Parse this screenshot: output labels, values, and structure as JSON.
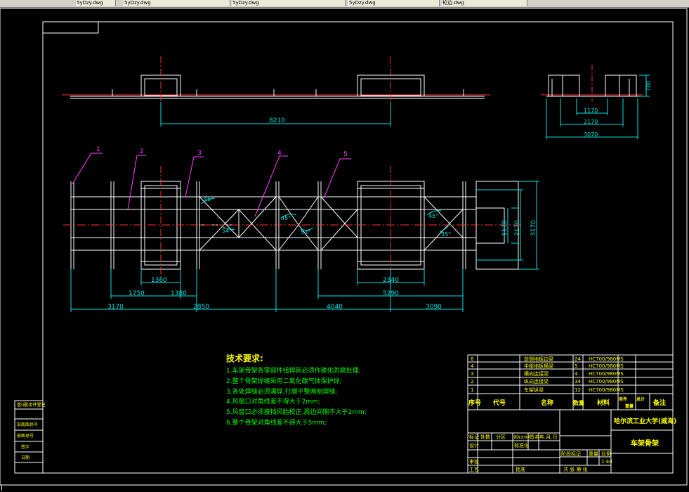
{
  "tabs": [
    {
      "label": "5yDzy.dwg"
    },
    {
      "label": "5yDzy.dwg"
    },
    {
      "label": "5yDzy.dwg"
    },
    {
      "label": "5yDzy.dwg"
    },
    {
      "label": "轮边.dwg"
    }
  ],
  "dims": {
    "top_len": "8210",
    "side_h": "700",
    "side_w1": "1170",
    "side_w2": "2170",
    "side_w3": "3070",
    "plan_1360": "1360",
    "plan_1750": "1750",
    "plan_1380": "1380",
    "plan_2340": "2340",
    "plan_5290": "5290",
    "plan_3170": "3170",
    "plan_2850": "2850",
    "plan_4040": "4040",
    "plan_3090": "3090",
    "plan_v1170": "1170",
    "plan_v2170": "2170",
    "plan_v3170": "3170"
  },
  "angles": [
    "45°",
    "54°",
    "45°",
    "53°",
    "45°",
    "35°"
  ],
  "balloons": [
    "1",
    "2",
    "3",
    "4",
    "5"
  ],
  "tech": {
    "title": "技术要求:",
    "lines": [
      "1.车架骨架各零部件组焊前必须作磷化防腐处理;",
      "2.整个骨架焊缝采用二氧化碳气体保护焊;",
      "3.各处焊缝必须满焊,打磨平整两侧焊缝;",
      "4.风窗口对角线差不得大于2mm;",
      "5.风窗口必须按挡风胎校正,周边间隙不大于2mm;",
      "6.整个骨架对角线差不得大于5mm;"
    ]
  },
  "bom": [
    {
      "no": "6",
      "code": "",
      "name": "前侧地板边梁",
      "qty": "24",
      "mat": "HC700/980MS"
    },
    {
      "no": "4",
      "code": "",
      "name": "中部地板横梁",
      "qty": "5",
      "mat": "HC700/980MS"
    },
    {
      "no": "3",
      "code": "",
      "name": "横向连接梁",
      "qty": "4",
      "mat": "HC700/980MS"
    },
    {
      "no": "2",
      "code": "",
      "name": "纵向连接梁",
      "qty": "34",
      "mat": "HC700/980MS"
    },
    {
      "no": "1",
      "code": "",
      "name": "车架纵梁",
      "qty": "12",
      "mat": "HC700/980MS"
    }
  ],
  "bom_header": {
    "no": "序号",
    "code": "代号",
    "name": "名称",
    "qty": "数量",
    "mat": "材料",
    "unit": "单件",
    "total": "总计",
    "weight": "重量",
    "remark": "备注"
  },
  "title_block": {
    "school": "哈尔滨工业大学(威海)",
    "drawing": "车架骨架",
    "scale": "1:40",
    "row_labels": [
      "标记",
      "处数",
      "分区",
      "更改文件号",
      "签名",
      "年.月.日"
    ],
    "left_labels": [
      "设计",
      "审核",
      "工艺",
      "标准化",
      "批准"
    ],
    "stage": "阶段标记",
    "weight": "重量",
    "ratio": "比例",
    "sheets": "共 张 第 张"
  },
  "left_stamp": [
    "借(通)用件登记",
    "",
    "旧底图总号",
    "底图总号",
    "签字",
    "日期"
  ]
}
